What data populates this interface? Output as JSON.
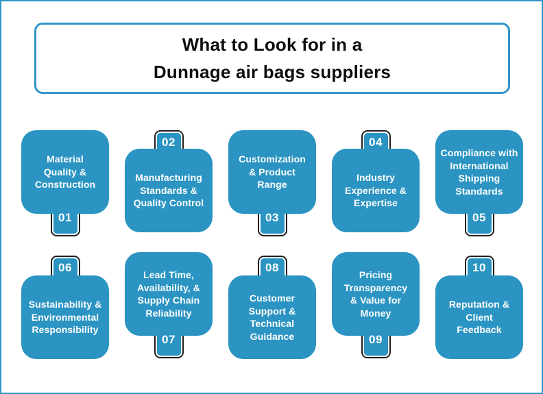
{
  "title": {
    "line1": "What to Look for in a",
    "line2": "Dunnage air bags suppliers"
  },
  "colors": {
    "card_blue": "#2b94c2",
    "border_blue": "#2e96c5",
    "tab_outline": "#1f1f1f",
    "card_text": "#ffffff",
    "title_text": "#0d0d0d"
  },
  "cards": [
    {
      "number": "01",
      "tab_position": "bottom",
      "text": "Material\nQuality &\nConstruction"
    },
    {
      "number": "02",
      "tab_position": "top",
      "text": "Manufacturing\nStandards &\nQuality Control"
    },
    {
      "number": "03",
      "tab_position": "bottom",
      "text": "Customization\n& Product\nRange"
    },
    {
      "number": "04",
      "tab_position": "top",
      "text": "Industry\nExperience &\nExpertise"
    },
    {
      "number": "05",
      "tab_position": "bottom",
      "text": "Compliance with\nInternational\nShipping\nStandards"
    },
    {
      "number": "06",
      "tab_position": "top",
      "text": "Sustainability &\nEnvironmental\nResponsibility"
    },
    {
      "number": "07",
      "tab_position": "bottom",
      "text": "Lead Time,\nAvailability, &\nSupply Chain\nReliability"
    },
    {
      "number": "08",
      "tab_position": "top",
      "text": "Customer\nSupport &\nTechnical\nGuidance"
    },
    {
      "number": "09",
      "tab_position": "bottom",
      "text": "Pricing\nTransparency\n& Value for\nMoney"
    },
    {
      "number": "10",
      "tab_position": "top",
      "text": "Reputation &\nClient\nFeedback"
    }
  ]
}
